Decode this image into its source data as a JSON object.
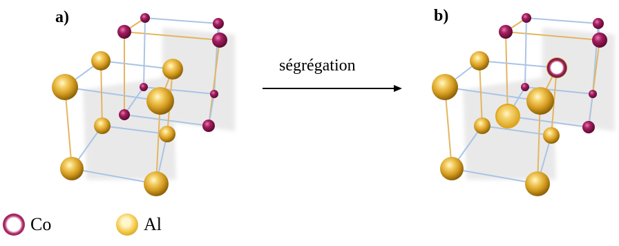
{
  "labels": {
    "panel_a": "a)",
    "panel_b": "b)",
    "arrow": "ségrégation"
  },
  "legend": [
    {
      "symbol": "Co",
      "color": "#8b1a55"
    },
    {
      "symbol": "Al",
      "color": "#e8b530"
    }
  ],
  "colors": {
    "co": "#8b1a55",
    "al": "#e8b530",
    "bond_gold": "#e4b560",
    "bond_blue": "#a9c4e6"
  }
}
